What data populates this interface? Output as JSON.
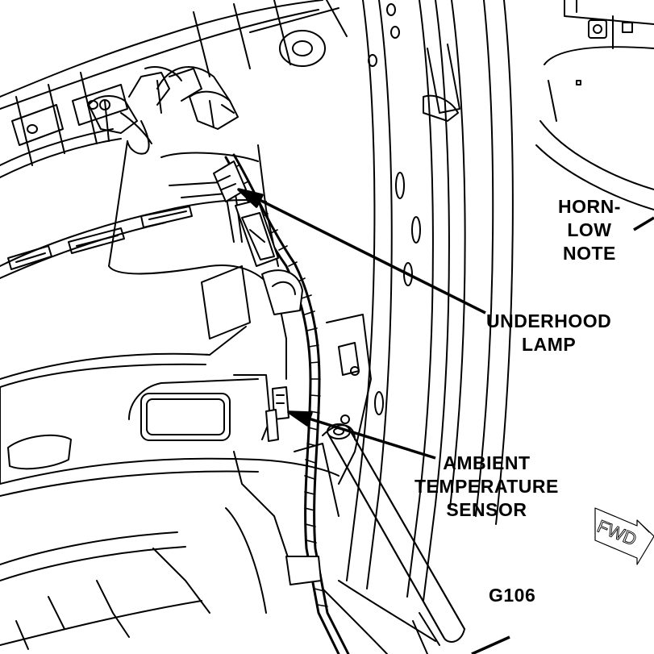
{
  "labels": {
    "horn_low_note": [
      "HORN-",
      "LOW",
      "NOTE"
    ],
    "underhood_lamp": [
      "UNDERHOOD",
      "LAMP"
    ],
    "ambient_temperature_sensor": [
      "AMBIENT",
      "TEMPERATURE",
      "SENSOR"
    ],
    "ground": "G106",
    "forward_arrow": "FWD"
  }
}
